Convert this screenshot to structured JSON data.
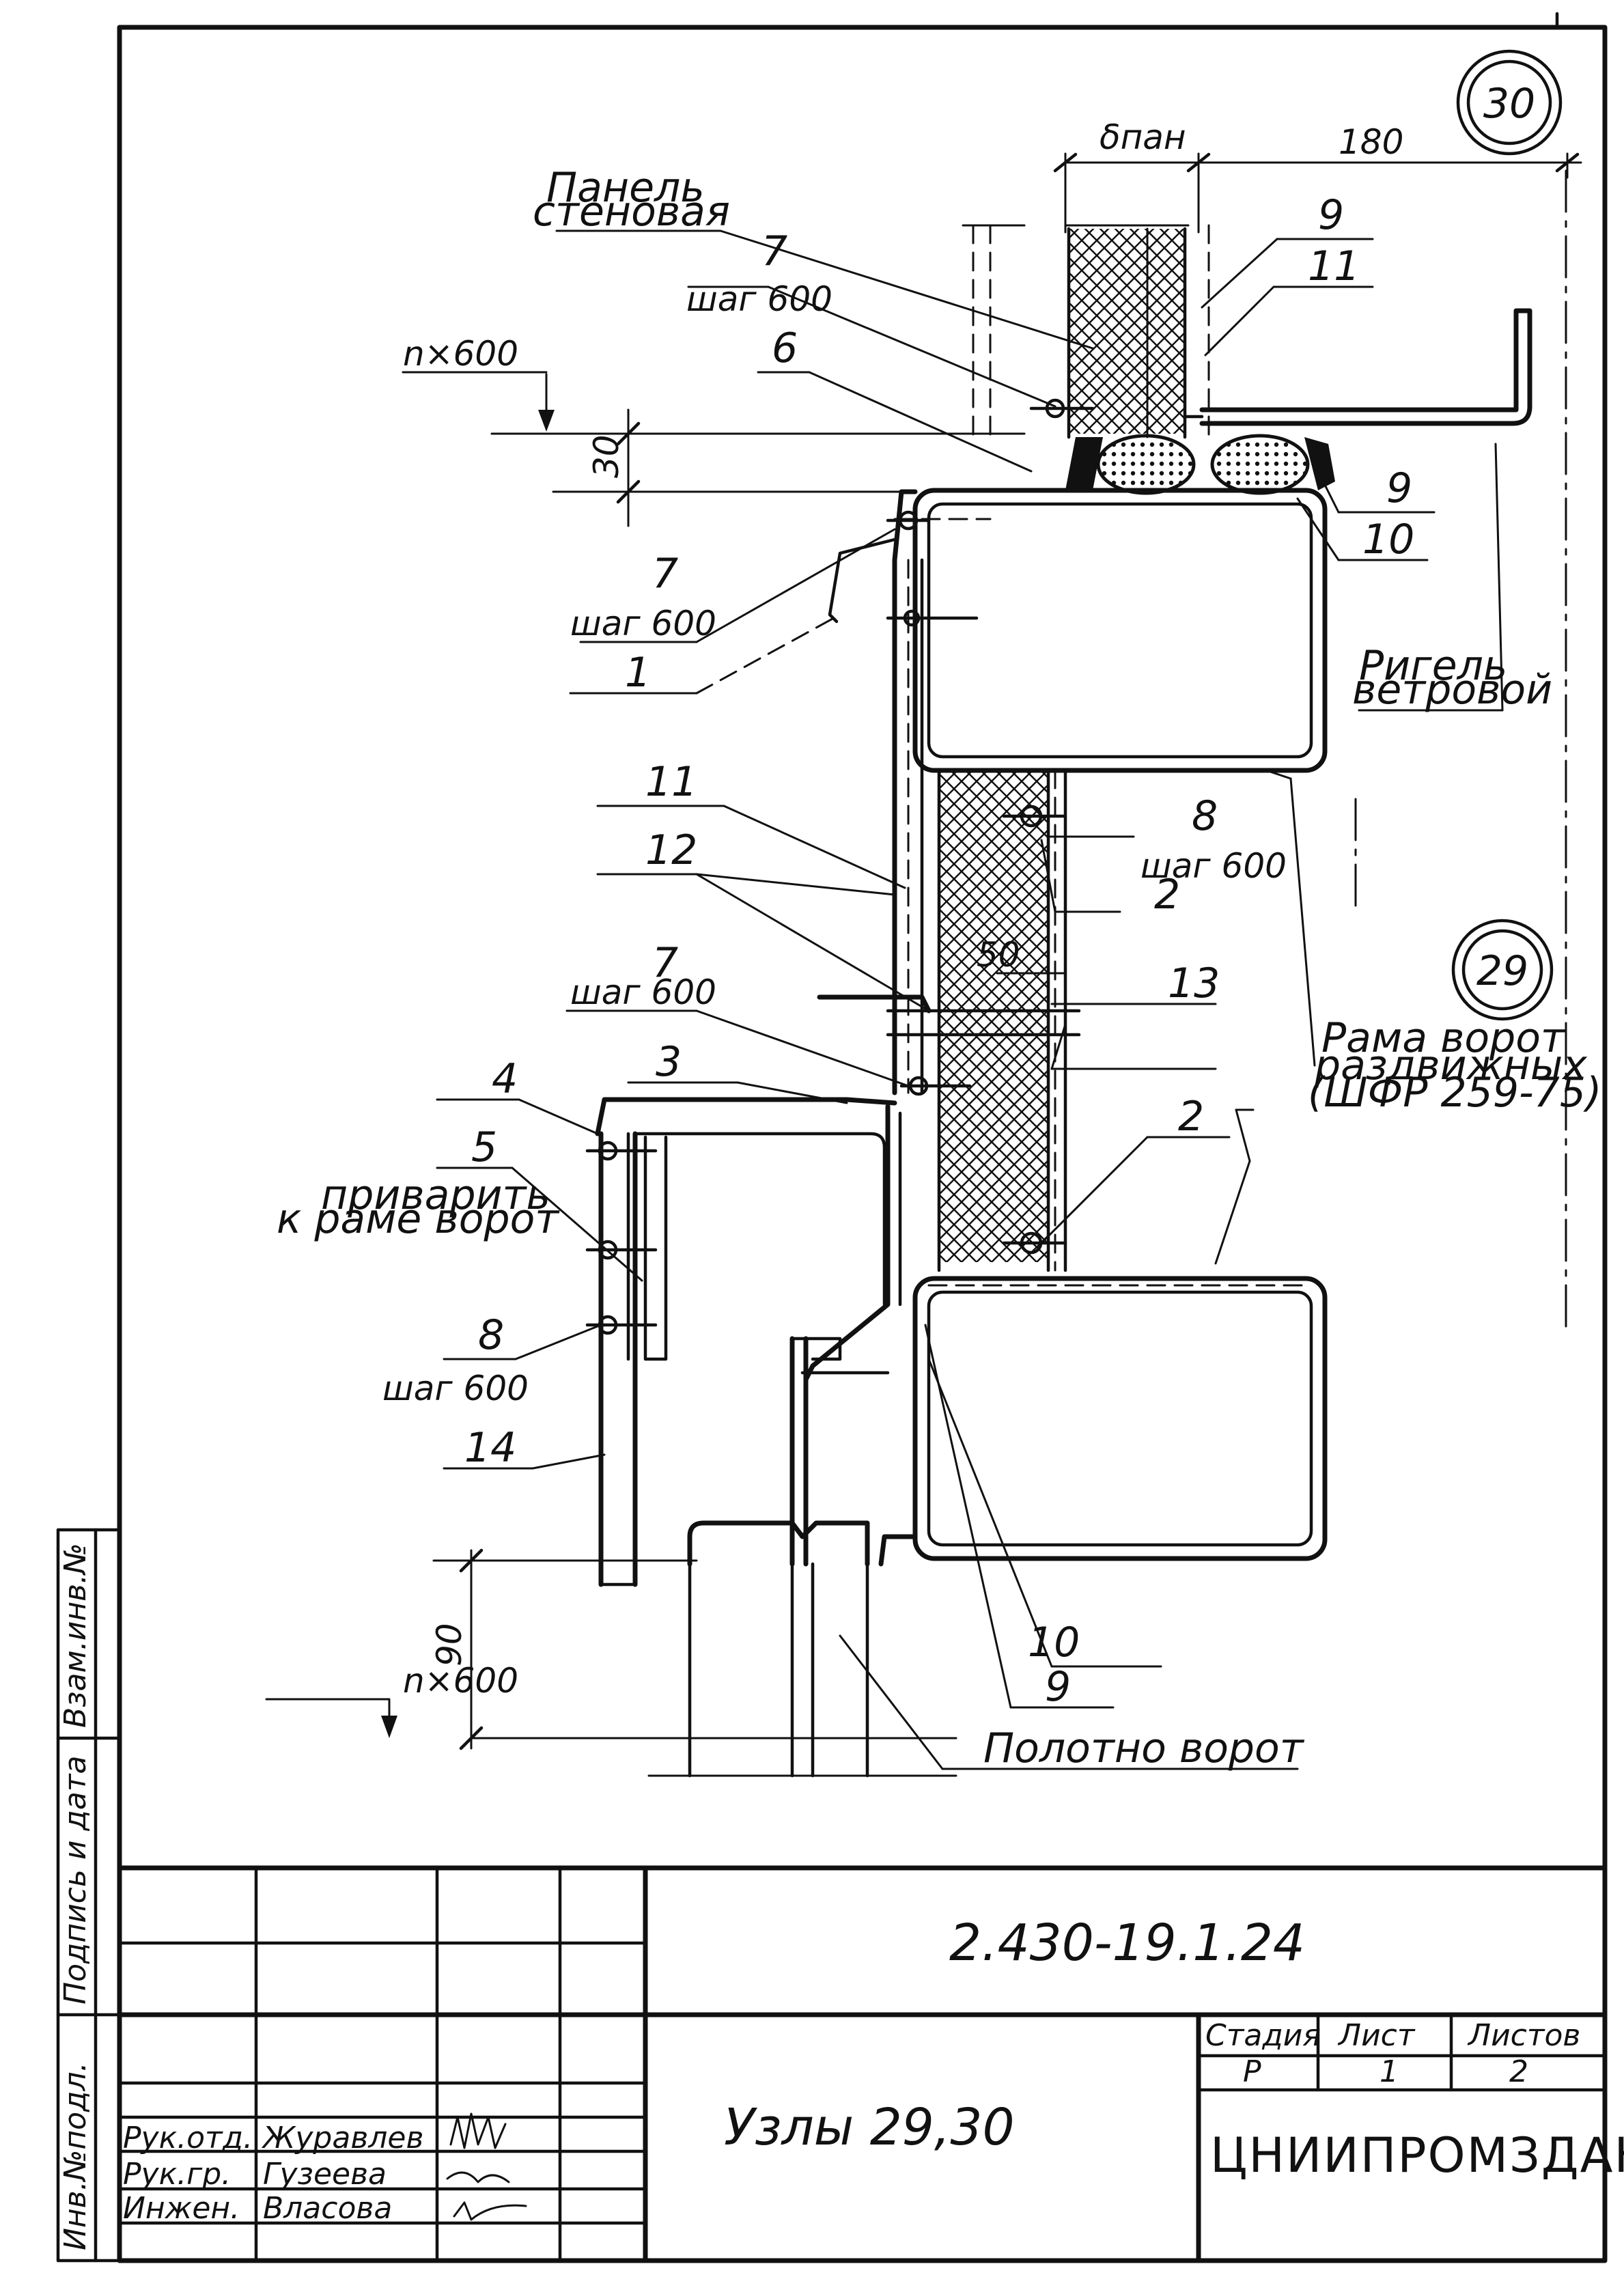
{
  "nodes": {
    "node_30": "30",
    "node_29": "29"
  },
  "dims": {
    "b_pan": "δпан",
    "d180": "180",
    "d30": "30",
    "d50": "50",
    "d90": "90",
    "nx600_top": "n×600",
    "nx600_bottom": "n×600"
  },
  "labels": {
    "panel_line1": "Панель",
    "panel_line2": "стеновая",
    "rigel_line1": "Ригель",
    "rigel_line2": "ветровой",
    "frame_line1": "Рама ворот",
    "frame_line2": "раздвижных",
    "frame_line3": "(ШФР 259-75)",
    "weld_line1": "приварить",
    "weld_line2": "к раме ворот",
    "gate_leaf": "Полотно ворот",
    "step_600": "шаг 600"
  },
  "callouts": {
    "c1": "1",
    "c2a": "2",
    "c2b": "2",
    "c3": "3",
    "c4": "4",
    "c5": "5",
    "c6": "6",
    "c7a": "7",
    "c7b": "7",
    "c7c": "7",
    "c8a": "8",
    "c8b": "8",
    "c9a": "9",
    "c9b": "9",
    "c9c": "9",
    "c10a": "10",
    "c10b": "10",
    "c11a": "11",
    "c11b": "11",
    "c12": "12",
    "c13": "13",
    "c14": "14"
  },
  "side_stamp": {
    "inv_orig": "Инв.№подл.",
    "sign_date": "Подпись и дата",
    "replaced": "Взам.инв.№"
  },
  "title_block": {
    "doc_code": "2.430-19.1.24",
    "title": "Узлы 29,30",
    "stage_h": "Стадия",
    "sheet_h": "Лист",
    "sheets_h": "Листов",
    "stage": "Р",
    "sheet": "1",
    "sheets": "2",
    "org": "ЦНИИПРОМЗДАНИЙ",
    "role1": "Рук.отд.",
    "role2": "Рук.гр.",
    "role3": "Инжен.",
    "name1": "Журавлев",
    "name2": "Гузеева",
    "name3": "Власова"
  }
}
